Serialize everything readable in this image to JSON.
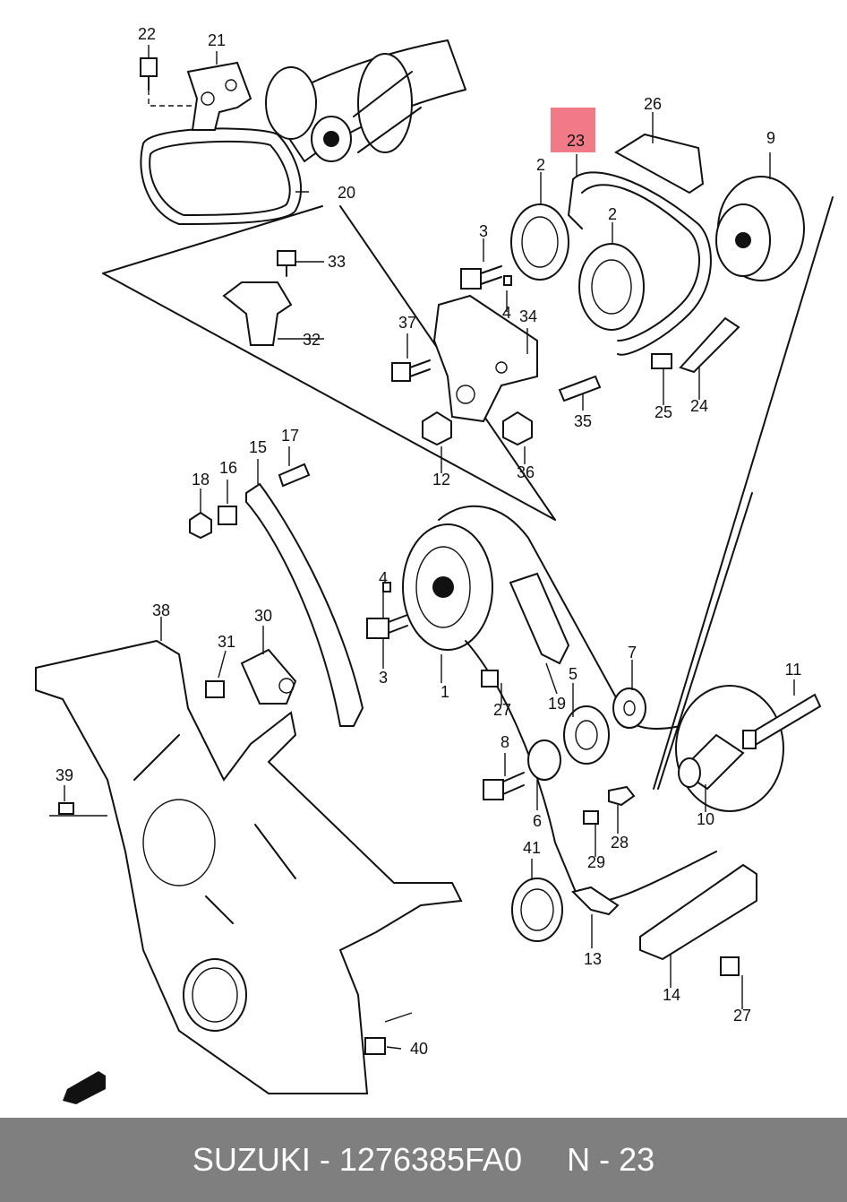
{
  "highlight_color": "#f07b86",
  "footer": {
    "brand": "SUZUKI",
    "separator": " - ",
    "part_number": "1276385FA0",
    "ref_prefix": "N - ",
    "ref_number": "23",
    "background": "#7f7f7f"
  },
  "labels": {
    "n1": "1",
    "n2": "2",
    "n3": "3",
    "n4": "4",
    "n5": "5",
    "n6": "6",
    "n7": "7",
    "n8": "8",
    "n9": "9",
    "n10": "10",
    "n11": "11",
    "n12": "12",
    "n13": "13",
    "n14": "14",
    "n15": "15",
    "n16": "16",
    "n17": "17",
    "n18": "18",
    "n19": "19",
    "n20": "20",
    "n21": "21",
    "n22": "22",
    "n23": "23",
    "n24": "24",
    "n25": "25",
    "n26": "26",
    "n27": "27",
    "n28": "28",
    "n29": "29",
    "n30": "30",
    "n31": "31",
    "n32": "32",
    "n33": "33",
    "n34": "34",
    "n35": "35",
    "n36": "36",
    "n37": "37",
    "n38": "38",
    "n39": "39",
    "n40": "40",
    "n41": "41"
  }
}
